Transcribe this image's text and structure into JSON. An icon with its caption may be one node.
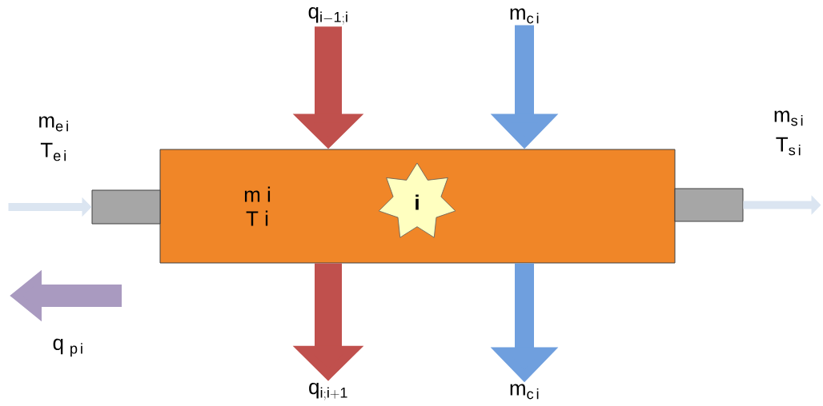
{
  "diagram": {
    "nodes": [
      {
        "text": [
          "m i",
          "T i"
        ]
      },
      {
        "text": [
          "i"
        ],
        "in": 0
      },
      {
        "text": [],
        "shape": "box"
      },
      {
        "text": [],
        "shape": "box"
      },
      {
        "text": [
          "\\mathrm{q_{i-1;i}}"
        ]
      },
      {
        "text": [
          "\\mathrm{m_{c\\,i}}"
        ]
      },
      {
        "text": [
          "\\mathrm{q_{i;i+1}}"
        ]
      },
      {
        "text": [
          "\\mathrm{m_{c\\,i}}"
        ]
      }
    ],
    "edges": [
      {
        "from": 4,
        "to": 0,
        "arrow": "to",
        "color": "#c0504d"
      },
      {
        "from": 5,
        "to": 0,
        "arrow": "to",
        "color": "#6f9fde"
      },
      {
        "from": 0,
        "to": 6,
        "arrow": "to",
        "color": "#c0504d"
      },
      {
        "from": 0,
        "to": 7,
        "arrow": "to",
        "color": "#6f9fde"
      },
      {
        "from": null,
        "to": 2,
        "arrow": "to",
        "color": "#dbe5f1"
      },
      {
        "from": 3,
        "to": null,
        "arrow": "to",
        "color": "#dbe5f1"
      }
    ],
    "labels": [
      "\\mathrm{m_{e\\,i}}",
      "\\mathrm{T_{e\\,i}}",
      "\\mathrm{m_{s\\,i}}",
      "\\mathrm{T_{s\\,i}}",
      "\\mathrm{q\\;_{p\\,i}}"
    ]
  }
}
